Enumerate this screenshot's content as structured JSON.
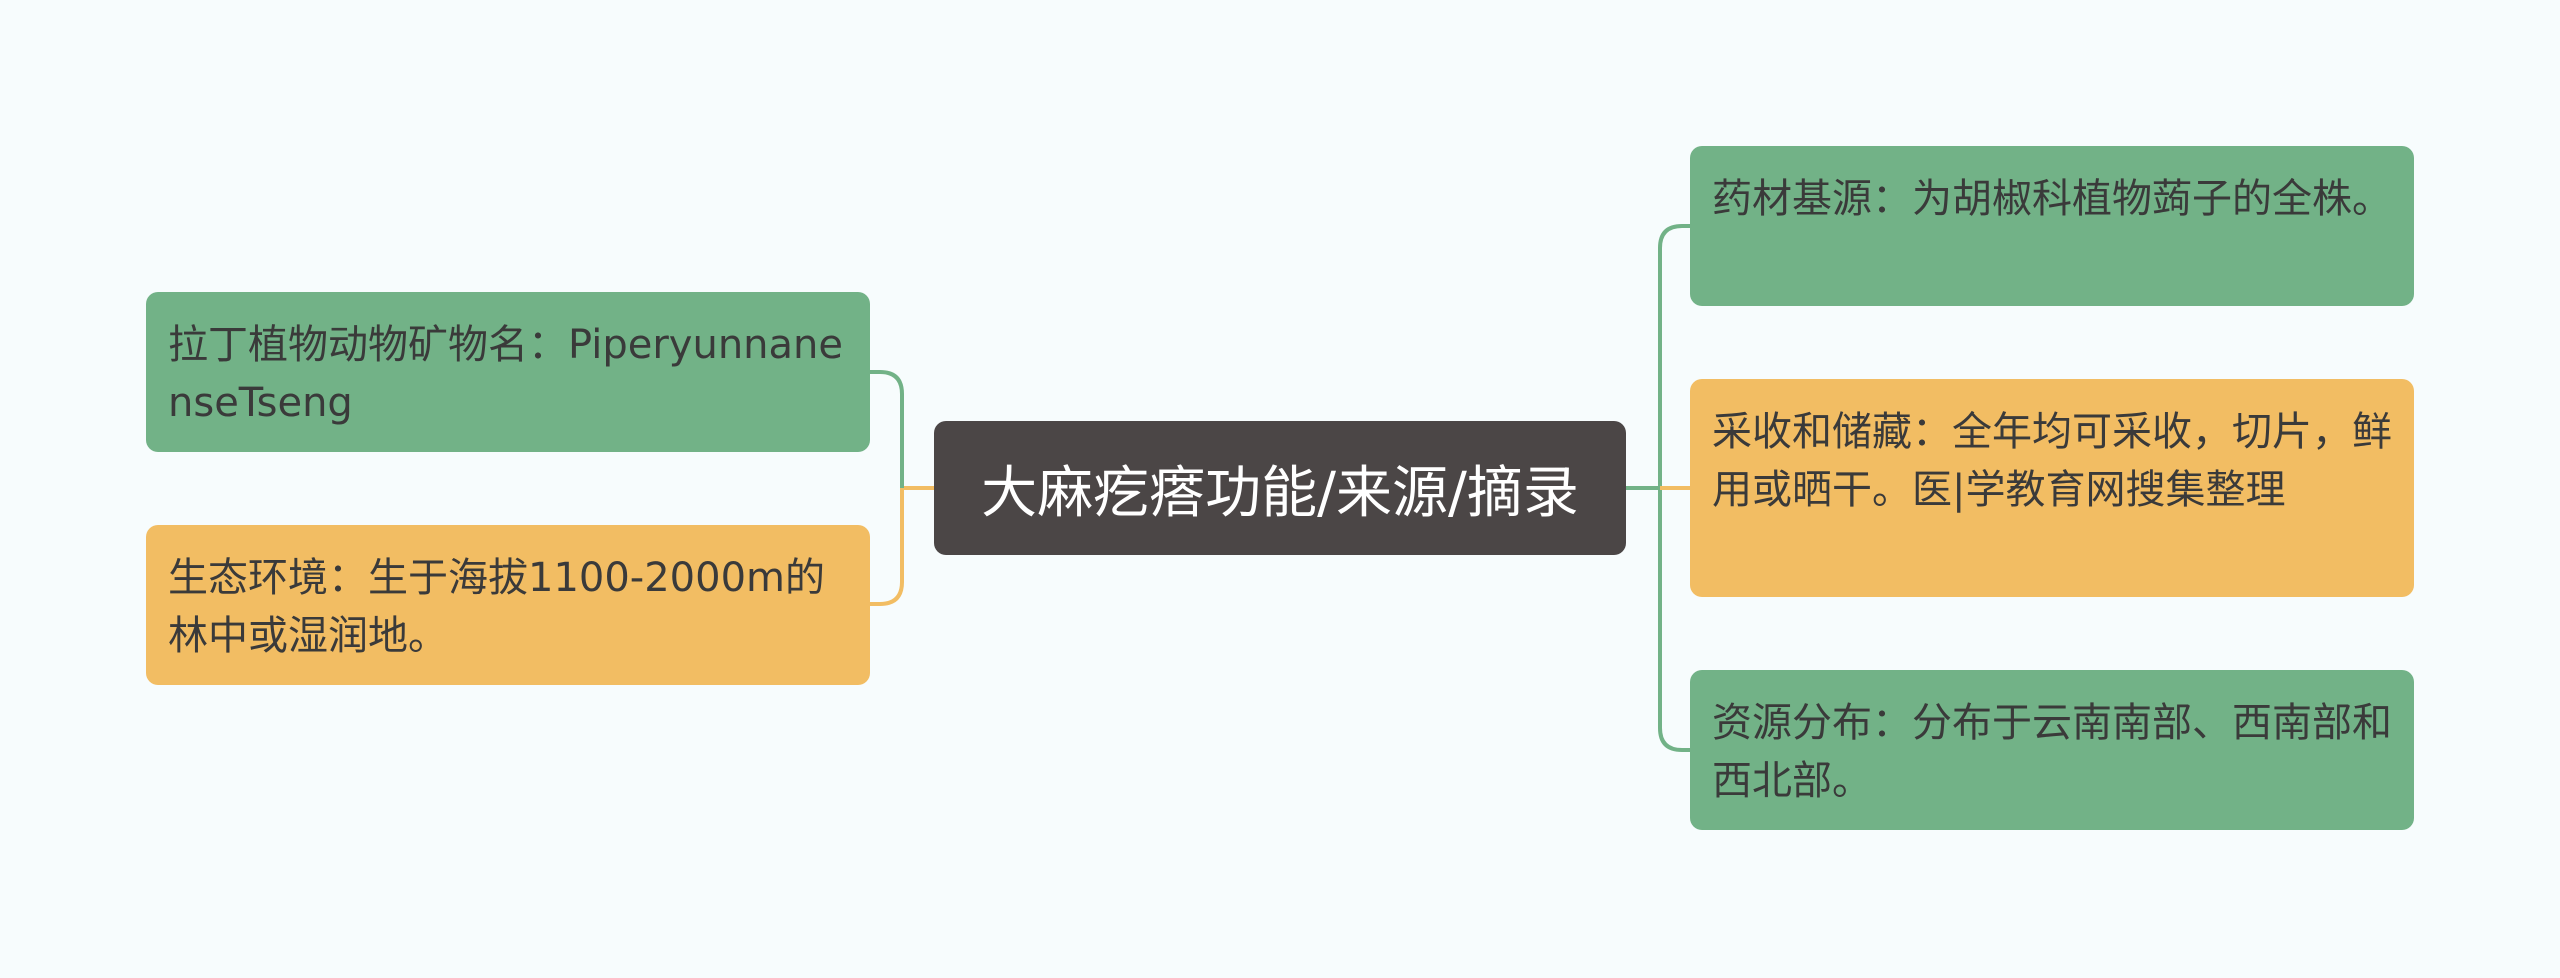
{
  "center": {
    "title": "大麻疙瘩功能/来源/摘录"
  },
  "left_branches": [
    {
      "text": "拉丁植物动物矿物名：PiperyunnanenseTseng",
      "color": "#72b287"
    },
    {
      "text": "生态环境：生于海拔1100-2000m的林中或湿润地。",
      "color": "#f2bd63"
    }
  ],
  "right_branches": [
    {
      "text": "药材基源：为胡椒科植物蒟子的全株。",
      "color": "#72b287"
    },
    {
      "text": "采收和储藏：全年均可采收，切片，鲜用或晒干。医|学教育网搜集整理",
      "color": "#f2bd63"
    },
    {
      "text": "资源分布：分布于云南南部、西南部和西北部。",
      "color": "#72b287"
    }
  ],
  "colors": {
    "background": "#f7fcfd",
    "center": "#4b4646",
    "green": "#72b287",
    "orange": "#f2bd63"
  }
}
